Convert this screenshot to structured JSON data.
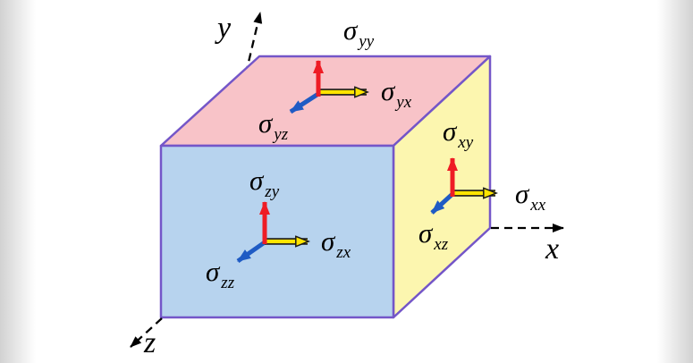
{
  "colors": {
    "background": "#ffffff",
    "face_top": "#f8c3c8",
    "face_front": "#b7d3ee",
    "face_right": "#fcf6af",
    "edge": "#7456c8",
    "axis": "#000000",
    "arrow_red": "#ee1c25",
    "arrow_yellow": "#ffe400",
    "arrow_yellow_outline": "#1a1a1a",
    "arrow_blue": "#1f5bc4",
    "label": "#000000"
  },
  "axes": {
    "x": {
      "label": "x"
    },
    "y": {
      "label": "y"
    },
    "z": {
      "label": "z"
    }
  },
  "stress_labels": {
    "sigma_yy": {
      "base": "σ",
      "sub": "yy"
    },
    "sigma_yx": {
      "base": "σ",
      "sub": "yx"
    },
    "sigma_yz": {
      "base": "σ",
      "sub": "yz"
    },
    "sigma_zy": {
      "base": "σ",
      "sub": "zy"
    },
    "sigma_zx": {
      "base": "σ",
      "sub": "zx"
    },
    "sigma_zz": {
      "base": "σ",
      "sub": "zz"
    },
    "sigma_xy": {
      "base": "σ",
      "sub": "xy"
    },
    "sigma_xx": {
      "base": "σ",
      "sub": "xx"
    },
    "sigma_xz": {
      "base": "σ",
      "sub": "xz"
    }
  }
}
